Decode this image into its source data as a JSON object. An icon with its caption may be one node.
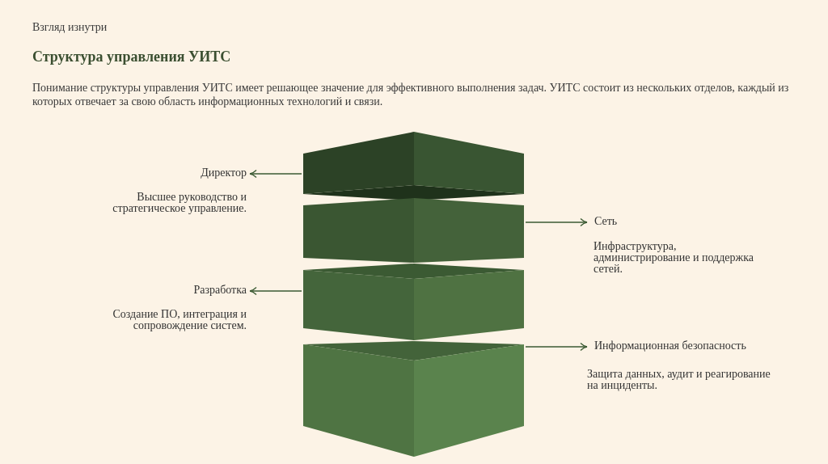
{
  "diagram": {
    "title": "Структура управления УИТС",
    "nodes": [
      {
        "text": [
          "Директор",
          "Высшее руководство и стратегическое управление."
        ]
      },
      {
        "text": [
          "Сеть",
          "Инфраструктура, администрирование и поддержка сетей."
        ]
      },
      {
        "text": [
          "Разработка",
          "Создание ПО, интеграция и сопровождение систем."
        ]
      },
      {
        "text": [
          "Информационная безопасность",
          "Защита данных, аудит и реагирование на инциденты."
        ]
      },
      {
        "text": [],
        "shape": "box"
      },
      {
        "text": [],
        "shape": "box"
      },
      {
        "text": [],
        "shape": "box"
      },
      {
        "text": [],
        "shape": "box"
      }
    ],
    "edges": [
      {
        "from": 4,
        "to": 0,
        "arrow": "to"
      },
      {
        "from": 5,
        "to": 1,
        "arrow": "to"
      },
      {
        "from": 6,
        "to": 2,
        "arrow": "to"
      },
      {
        "from": 7,
        "to": 3,
        "arrow": "to"
      }
    ],
    "labels": [
      "Взгляд изнутри",
      "Понимание структуры управления УИТС имеет решающее значение для эффективного выполнения задач. УИТС состоит из нескольких отделов, каждый из которых отвечает за свою область информационных технологий и связи."
    ]
  }
}
